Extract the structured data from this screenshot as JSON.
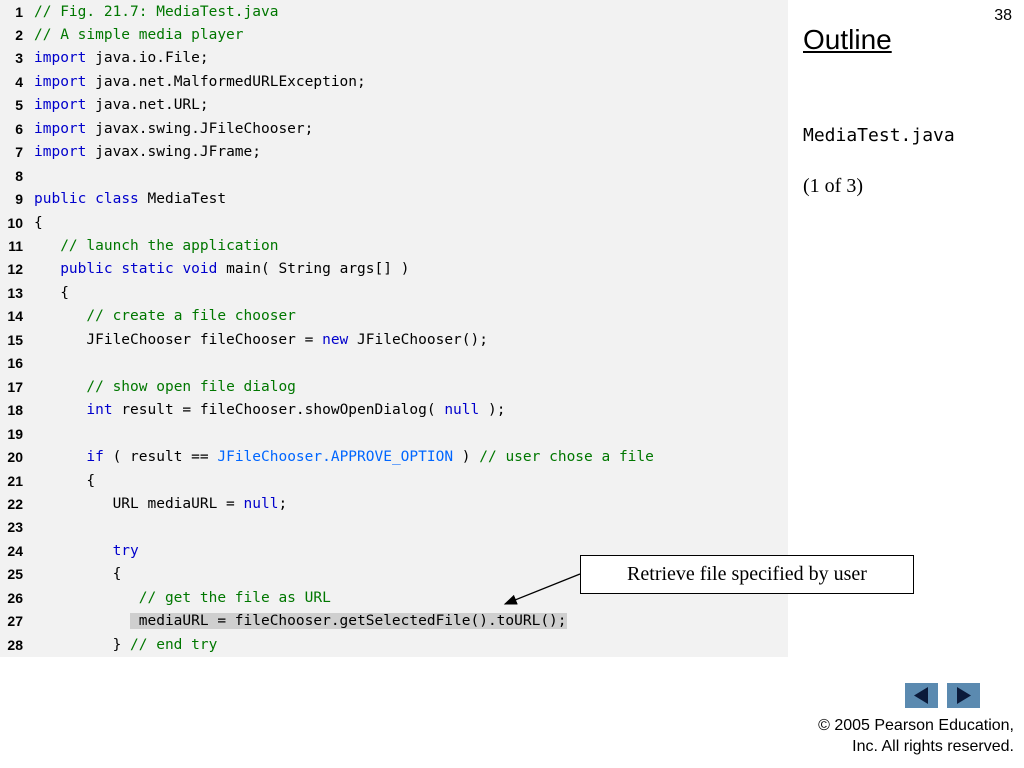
{
  "slide": {
    "number": "38",
    "outline_title": "Outline",
    "file_name": "MediaTest.java",
    "page_info": "(1 of 3)",
    "callout": "Retrieve file specified by user",
    "copyright_line1": "© 2005 Pearson Education,",
    "copyright_line2": "Inc.  All rights reserved."
  },
  "icons": {
    "prev": "left-arrow-icon",
    "next": "right-arrow-icon",
    "nav_color": "#5b8ab0"
  },
  "colors": {
    "keyword": "#0000cc",
    "comment": "#007700",
    "constant": "#0066ff",
    "highlight": "#cfcfcf",
    "panel_background": "#f2f2f2"
  },
  "code": {
    "lines": [
      {
        "num": "1",
        "tokens": [
          {
            "t": "// Fig. 21.7: MediaTest.java",
            "c": "cm"
          }
        ]
      },
      {
        "num": "2",
        "tokens": [
          {
            "t": "// A simple media player",
            "c": "cm"
          }
        ]
      },
      {
        "num": "3",
        "tokens": [
          {
            "t": "import",
            "c": "kw"
          },
          {
            "t": " java.io.File;",
            "c": "plain"
          }
        ]
      },
      {
        "num": "4",
        "tokens": [
          {
            "t": "import",
            "c": "kw"
          },
          {
            "t": " java.net.MalformedURLException;",
            "c": "plain"
          }
        ]
      },
      {
        "num": "5",
        "tokens": [
          {
            "t": "import",
            "c": "kw"
          },
          {
            "t": " java.net.URL;",
            "c": "plain"
          }
        ]
      },
      {
        "num": "6",
        "tokens": [
          {
            "t": "import",
            "c": "kw"
          },
          {
            "t": " javax.swing.JFileChooser;",
            "c": "plain"
          }
        ]
      },
      {
        "num": "7",
        "tokens": [
          {
            "t": "import",
            "c": "kw"
          },
          {
            "t": " javax.swing.JFrame;",
            "c": "plain"
          }
        ]
      },
      {
        "num": "8",
        "tokens": []
      },
      {
        "num": "9",
        "tokens": [
          {
            "t": "public",
            "c": "kw"
          },
          {
            "t": " ",
            "c": "plain"
          },
          {
            "t": "class",
            "c": "kw"
          },
          {
            "t": " MediaTest",
            "c": "plain"
          }
        ]
      },
      {
        "num": "10",
        "tokens": [
          {
            "t": "{",
            "c": "plain"
          }
        ]
      },
      {
        "num": "11",
        "tokens": [
          {
            "t": "   ",
            "c": "plain"
          },
          {
            "t": "// launch the application",
            "c": "cm"
          }
        ]
      },
      {
        "num": "12",
        "tokens": [
          {
            "t": "   ",
            "c": "plain"
          },
          {
            "t": "public",
            "c": "kw"
          },
          {
            "t": " ",
            "c": "plain"
          },
          {
            "t": "static",
            "c": "kw"
          },
          {
            "t": " ",
            "c": "plain"
          },
          {
            "t": "void",
            "c": "kw"
          },
          {
            "t": " main( String args[] )",
            "c": "plain"
          }
        ]
      },
      {
        "num": "13",
        "tokens": [
          {
            "t": "   {",
            "c": "plain"
          }
        ]
      },
      {
        "num": "14",
        "tokens": [
          {
            "t": "      ",
            "c": "plain"
          },
          {
            "t": "// create a file chooser",
            "c": "cm"
          }
        ]
      },
      {
        "num": "15",
        "tokens": [
          {
            "t": "      JFileChooser fileChooser = ",
            "c": "plain"
          },
          {
            "t": "new",
            "c": "kw"
          },
          {
            "t": " JFileChooser();",
            "c": "plain"
          }
        ]
      },
      {
        "num": "16",
        "tokens": []
      },
      {
        "num": "17",
        "tokens": [
          {
            "t": "      ",
            "c": "plain"
          },
          {
            "t": "// show open file dialog",
            "c": "cm"
          }
        ]
      },
      {
        "num": "18",
        "tokens": [
          {
            "t": "      ",
            "c": "plain"
          },
          {
            "t": "int",
            "c": "kw"
          },
          {
            "t": " result = fileChooser.showOpenDialog( ",
            "c": "plain"
          },
          {
            "t": "null",
            "c": "kw"
          },
          {
            "t": " );",
            "c": "plain"
          }
        ]
      },
      {
        "num": "19",
        "tokens": []
      },
      {
        "num": "20",
        "tokens": [
          {
            "t": "      ",
            "c": "plain"
          },
          {
            "t": "if",
            "c": "kw"
          },
          {
            "t": " ( result == ",
            "c": "plain"
          },
          {
            "t": "JFileChooser.APPROVE_OPTION",
            "c": "const"
          },
          {
            "t": " ) ",
            "c": "plain"
          },
          {
            "t": "// user chose a file",
            "c": "cm"
          }
        ]
      },
      {
        "num": "21",
        "tokens": [
          {
            "t": "      {",
            "c": "plain"
          }
        ]
      },
      {
        "num": "22",
        "tokens": [
          {
            "t": "         URL mediaURL = ",
            "c": "plain"
          },
          {
            "t": "null",
            "c": "kw"
          },
          {
            "t": ";",
            "c": "plain"
          }
        ]
      },
      {
        "num": "23",
        "tokens": []
      },
      {
        "num": "24",
        "tokens": [
          {
            "t": "         ",
            "c": "plain"
          },
          {
            "t": "try",
            "c": "kw"
          }
        ]
      },
      {
        "num": "25",
        "tokens": [
          {
            "t": "         {",
            "c": "plain"
          }
        ]
      },
      {
        "num": "26",
        "tokens": [
          {
            "t": "            ",
            "c": "plain"
          },
          {
            "t": "// get the file as URL",
            "c": "cm"
          }
        ]
      },
      {
        "num": "27",
        "tokens": [
          {
            "t": "           ",
            "c": "plain"
          },
          {
            "t": " mediaURL = fileChooser.getSelectedFile().toURL();",
            "c": "hl"
          }
        ]
      },
      {
        "num": "28",
        "tokens": [
          {
            "t": "         } ",
            "c": "plain"
          },
          {
            "t": "// end try",
            "c": "cm"
          }
        ]
      }
    ]
  }
}
